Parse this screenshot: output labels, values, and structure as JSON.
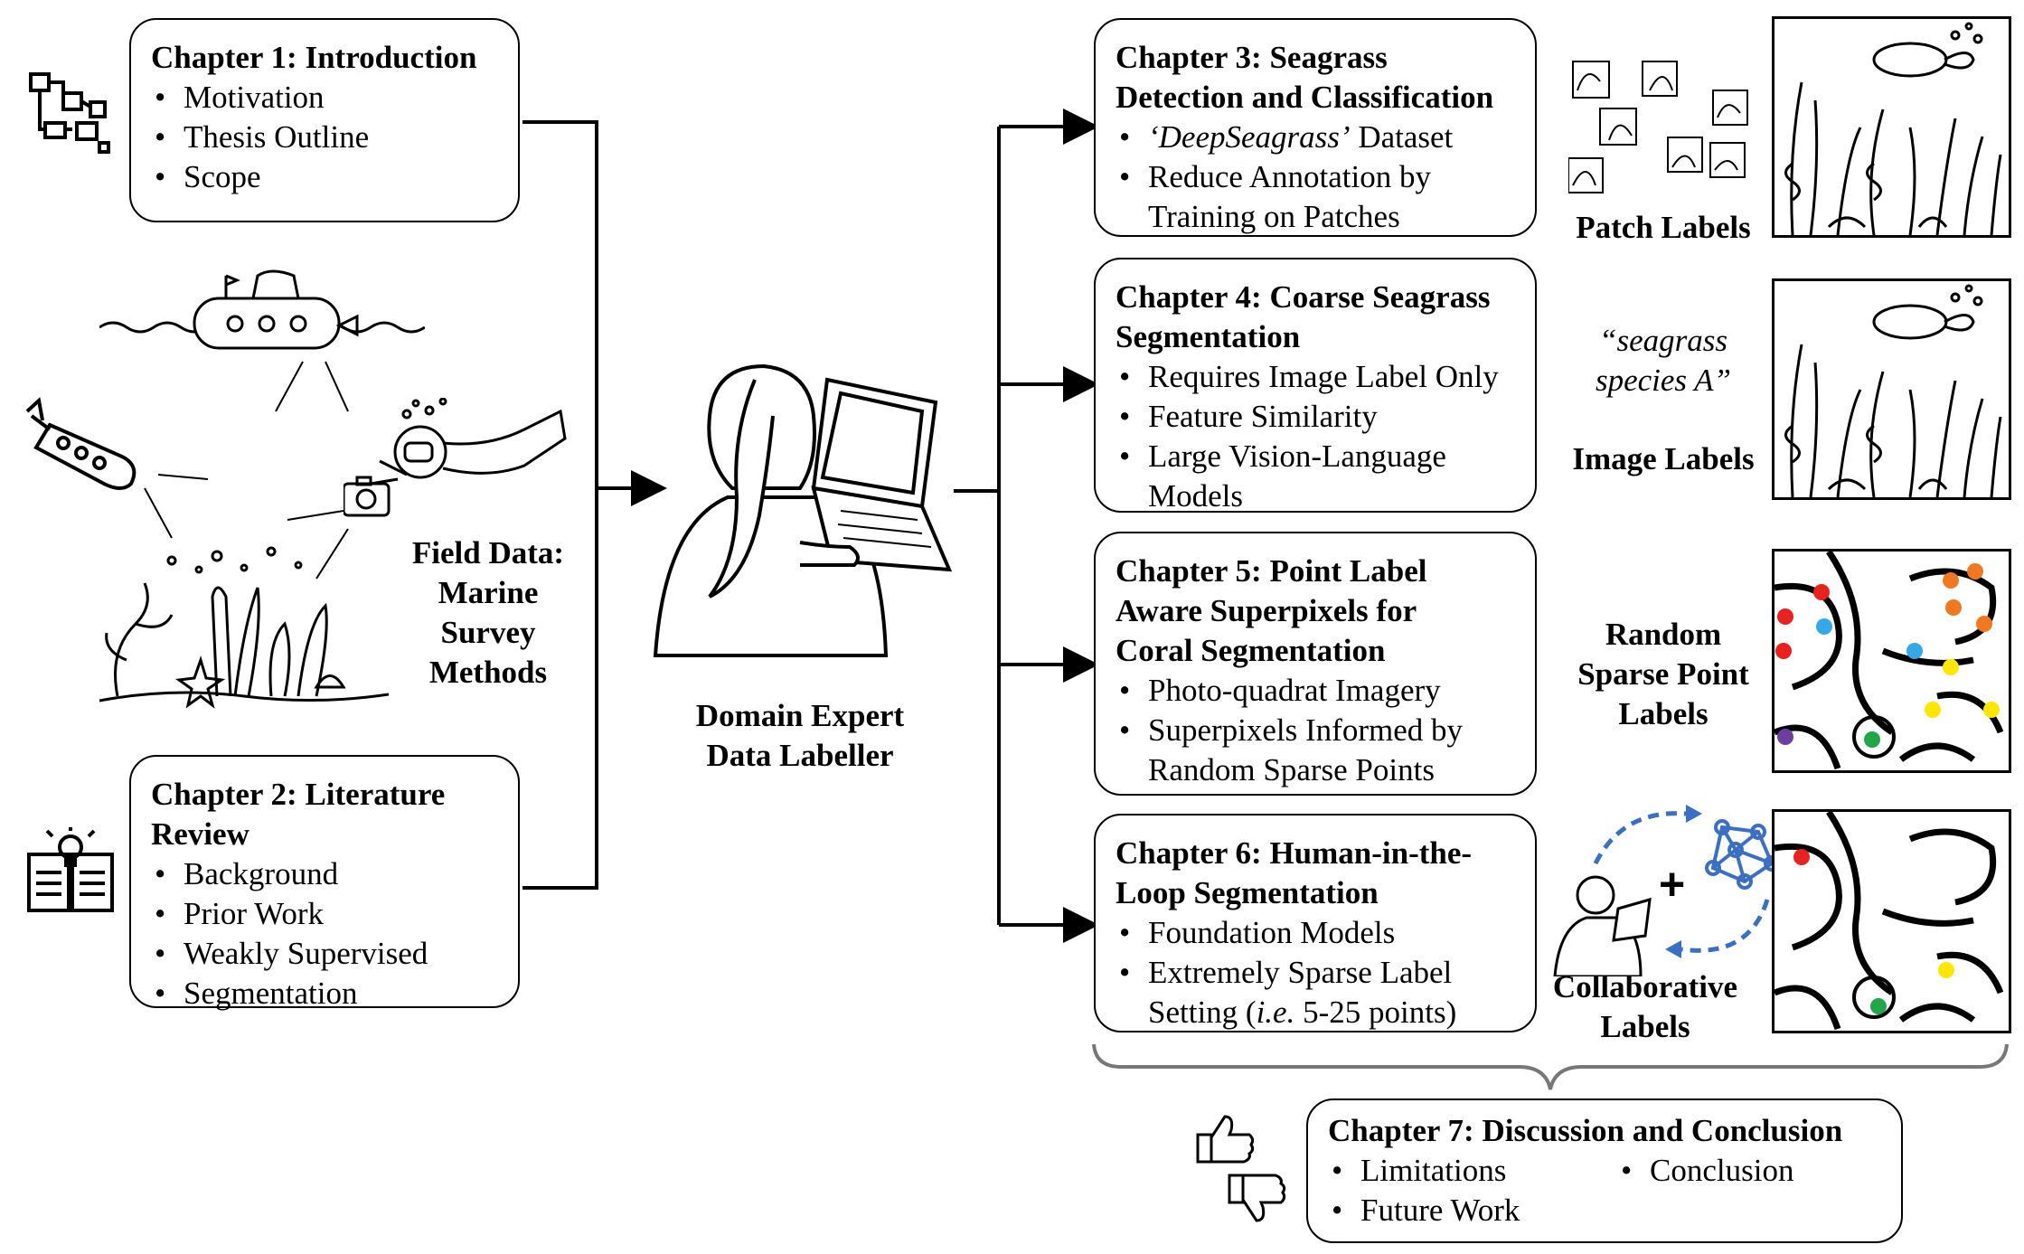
{
  "chapter1": {
    "title": "Chapter 1: Introduction",
    "items": [
      "Motivation",
      "Thesis Outline",
      "Scope"
    ]
  },
  "chapter2": {
    "title_line1": "Chapter 2: Literature",
    "title_line2": "Review",
    "items": [
      "Background",
      "Prior Work",
      "Weakly Supervised",
      "Segmentation"
    ]
  },
  "field_data": {
    "lines": [
      "Field Data:",
      "Marine",
      "Survey",
      "Methods"
    ]
  },
  "center": {
    "line1": "Domain Expert",
    "line2": "Data Labeller"
  },
  "chapter3": {
    "title_line1": "Chapter 3: Seagrass",
    "title_line2": "Detection and Classification",
    "item1_em": "‘DeepSeagrass’",
    "item1_rest": " Dataset",
    "item2_line1": "Reduce Annotation by",
    "item2_line2": "Training on Patches"
  },
  "chapter4": {
    "title_line1": "Chapter 4: Coarse Seagrass",
    "title_line2": "Segmentation",
    "items": [
      "Requires Image Label Only",
      "Feature Similarity"
    ],
    "item3_line1": "Large Vision-Language",
    "item3_line2": "Models"
  },
  "chapter5": {
    "title_line1": "Chapter 5: Point Label",
    "title_line2": "Aware Superpixels for",
    "title_line3": "Coral Segmentation",
    "item1": "Photo-quadrat Imagery",
    "item2_line1": "Superpixels Informed by",
    "item2_line2": "Random Sparse Points"
  },
  "chapter6": {
    "title_line1": "Chapter 6: Human-in-the-",
    "title_line2": "Loop Segmentation",
    "item1": "Foundation Models",
    "item2_line1": "Extremely Sparse Label",
    "item2_line2_a": "Setting (",
    "item2_line2_em": "i.e.",
    "item2_line2_b": " 5-25 points)"
  },
  "chapter7": {
    "title": "Chapter 7: Discussion and Conclusion",
    "items": [
      "Limitations",
      "Conclusion",
      "Future Work"
    ]
  },
  "labels": {
    "patch": "Patch Labels",
    "image_quote_line1": "“seagrass",
    "image_quote_line2": "species A”",
    "image": "Image Labels",
    "random_line1": "Random",
    "random_line2": "Sparse Point",
    "random_line3": "Labels",
    "collab_line1": "Collaborative",
    "collab_line2": "Labels"
  },
  "plus_sign": "+",
  "colors": {
    "red": "#e8231f",
    "orange": "#f07820",
    "blue": "#35a8e8",
    "yellow": "#ffe600",
    "purple": "#6b3fa0",
    "green": "#22a64a",
    "arrow_blue": "#3a6fc4"
  }
}
